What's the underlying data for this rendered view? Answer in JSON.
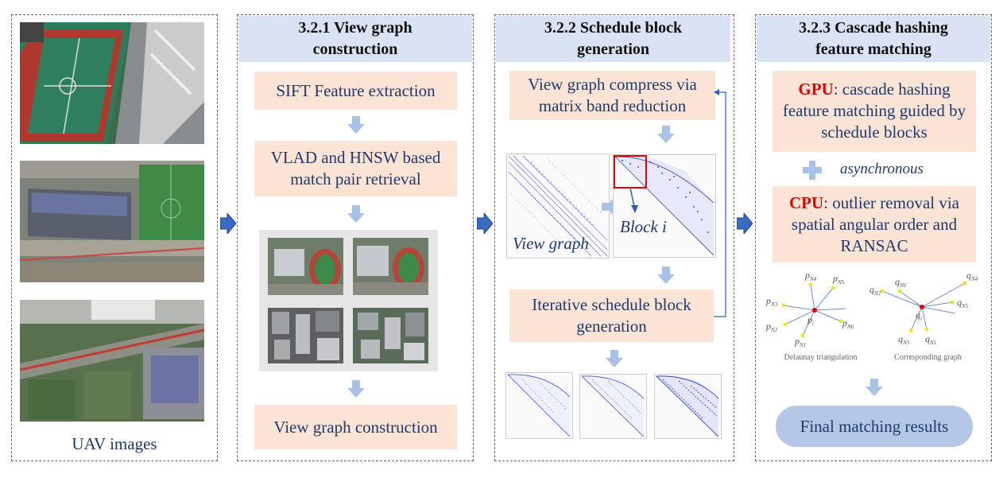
{
  "col1": {
    "caption": "UAV images"
  },
  "col2": {
    "header": "3.2.1 View graph construction",
    "box1": "SIFT Feature extraction",
    "box2": "VLAD and HNSW based match pair retrieval",
    "box3": "View graph construction"
  },
  "col3": {
    "header": "3.2.2 Schedule block generation",
    "box1": "View graph compress via matrix band reduction",
    "label_view_graph": "View graph",
    "label_block": "Block i",
    "box2": "Iterative schedule block generation"
  },
  "col4": {
    "header": "3.2.3 Cascade hashing feature matching",
    "gpu_tag": "GPU",
    "gpu_text": ": cascade hashing feature matching guided by schedule blocks",
    "async": "asynchronous",
    "cpu_tag": "CPU",
    "cpu_text": ": outlier removal via spatial angular order  and RANSAC",
    "delaunay_caption": "Delaunay triangulation",
    "corr_caption": "Corresponding graph",
    "final": "Final matching results",
    "graph_labels_left": {
      "p": "p",
      "pN1": "N1",
      "pN2": "N2",
      "pN3": "N3",
      "pN4": "N4",
      "pN5": "N5",
      "pN6": "N6",
      "pi": "i"
    },
    "graph_labels_right": {
      "q": "q",
      "qN1": "N1",
      "qN2": "N2",
      "qN3": "N3",
      "qN4": "N4",
      "qN5": "N5",
      "qN6": "N6",
      "qi": "i"
    }
  },
  "colors": {
    "header_bg": "#d9e3f3",
    "box_bg": "#fbe3d5",
    "text_blue": "#1f3a6b",
    "arrow_blue": "#2f5fb3",
    "light_arrow": "#a9c1e6",
    "red": "#e00000",
    "final_bg": "#b4c7e7"
  }
}
